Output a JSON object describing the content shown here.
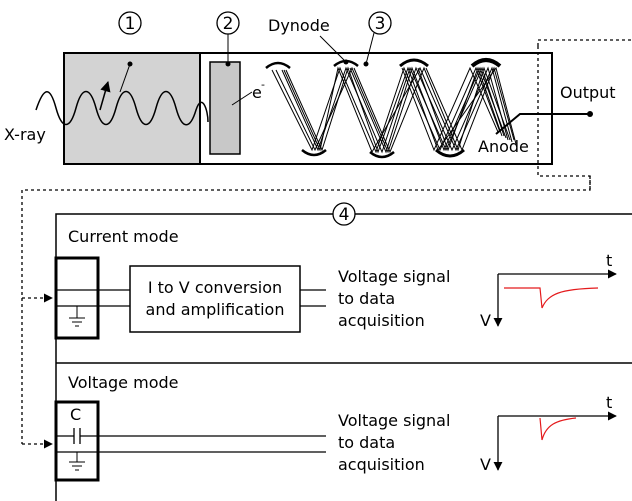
{
  "labels": {
    "num1": "1",
    "num2": "2",
    "num3": "3",
    "num4": "4",
    "xray": "X-ray",
    "electron": "e",
    "electron_sup": "-",
    "dynode": "Dynode",
    "output": "Output",
    "anode": "Anode"
  },
  "current_mode": {
    "title": "Current mode",
    "converter_line1": "I to V conversion",
    "converter_line2": "and amplification",
    "signal_line1": "Voltage signal",
    "signal_line2": "to data",
    "signal_line3": "acquisition",
    "axis_t": "t",
    "axis_v": "V"
  },
  "voltage_mode": {
    "title": "Voltage mode",
    "capacitor": "C",
    "signal_line1": "Voltage signal",
    "signal_line2": "to data",
    "signal_line3": "acquisition",
    "axis_t": "t",
    "axis_v": "V"
  },
  "colors": {
    "scintillator": "#d3d3d3",
    "pulse": "#e41a1c",
    "line": "#000000"
  }
}
